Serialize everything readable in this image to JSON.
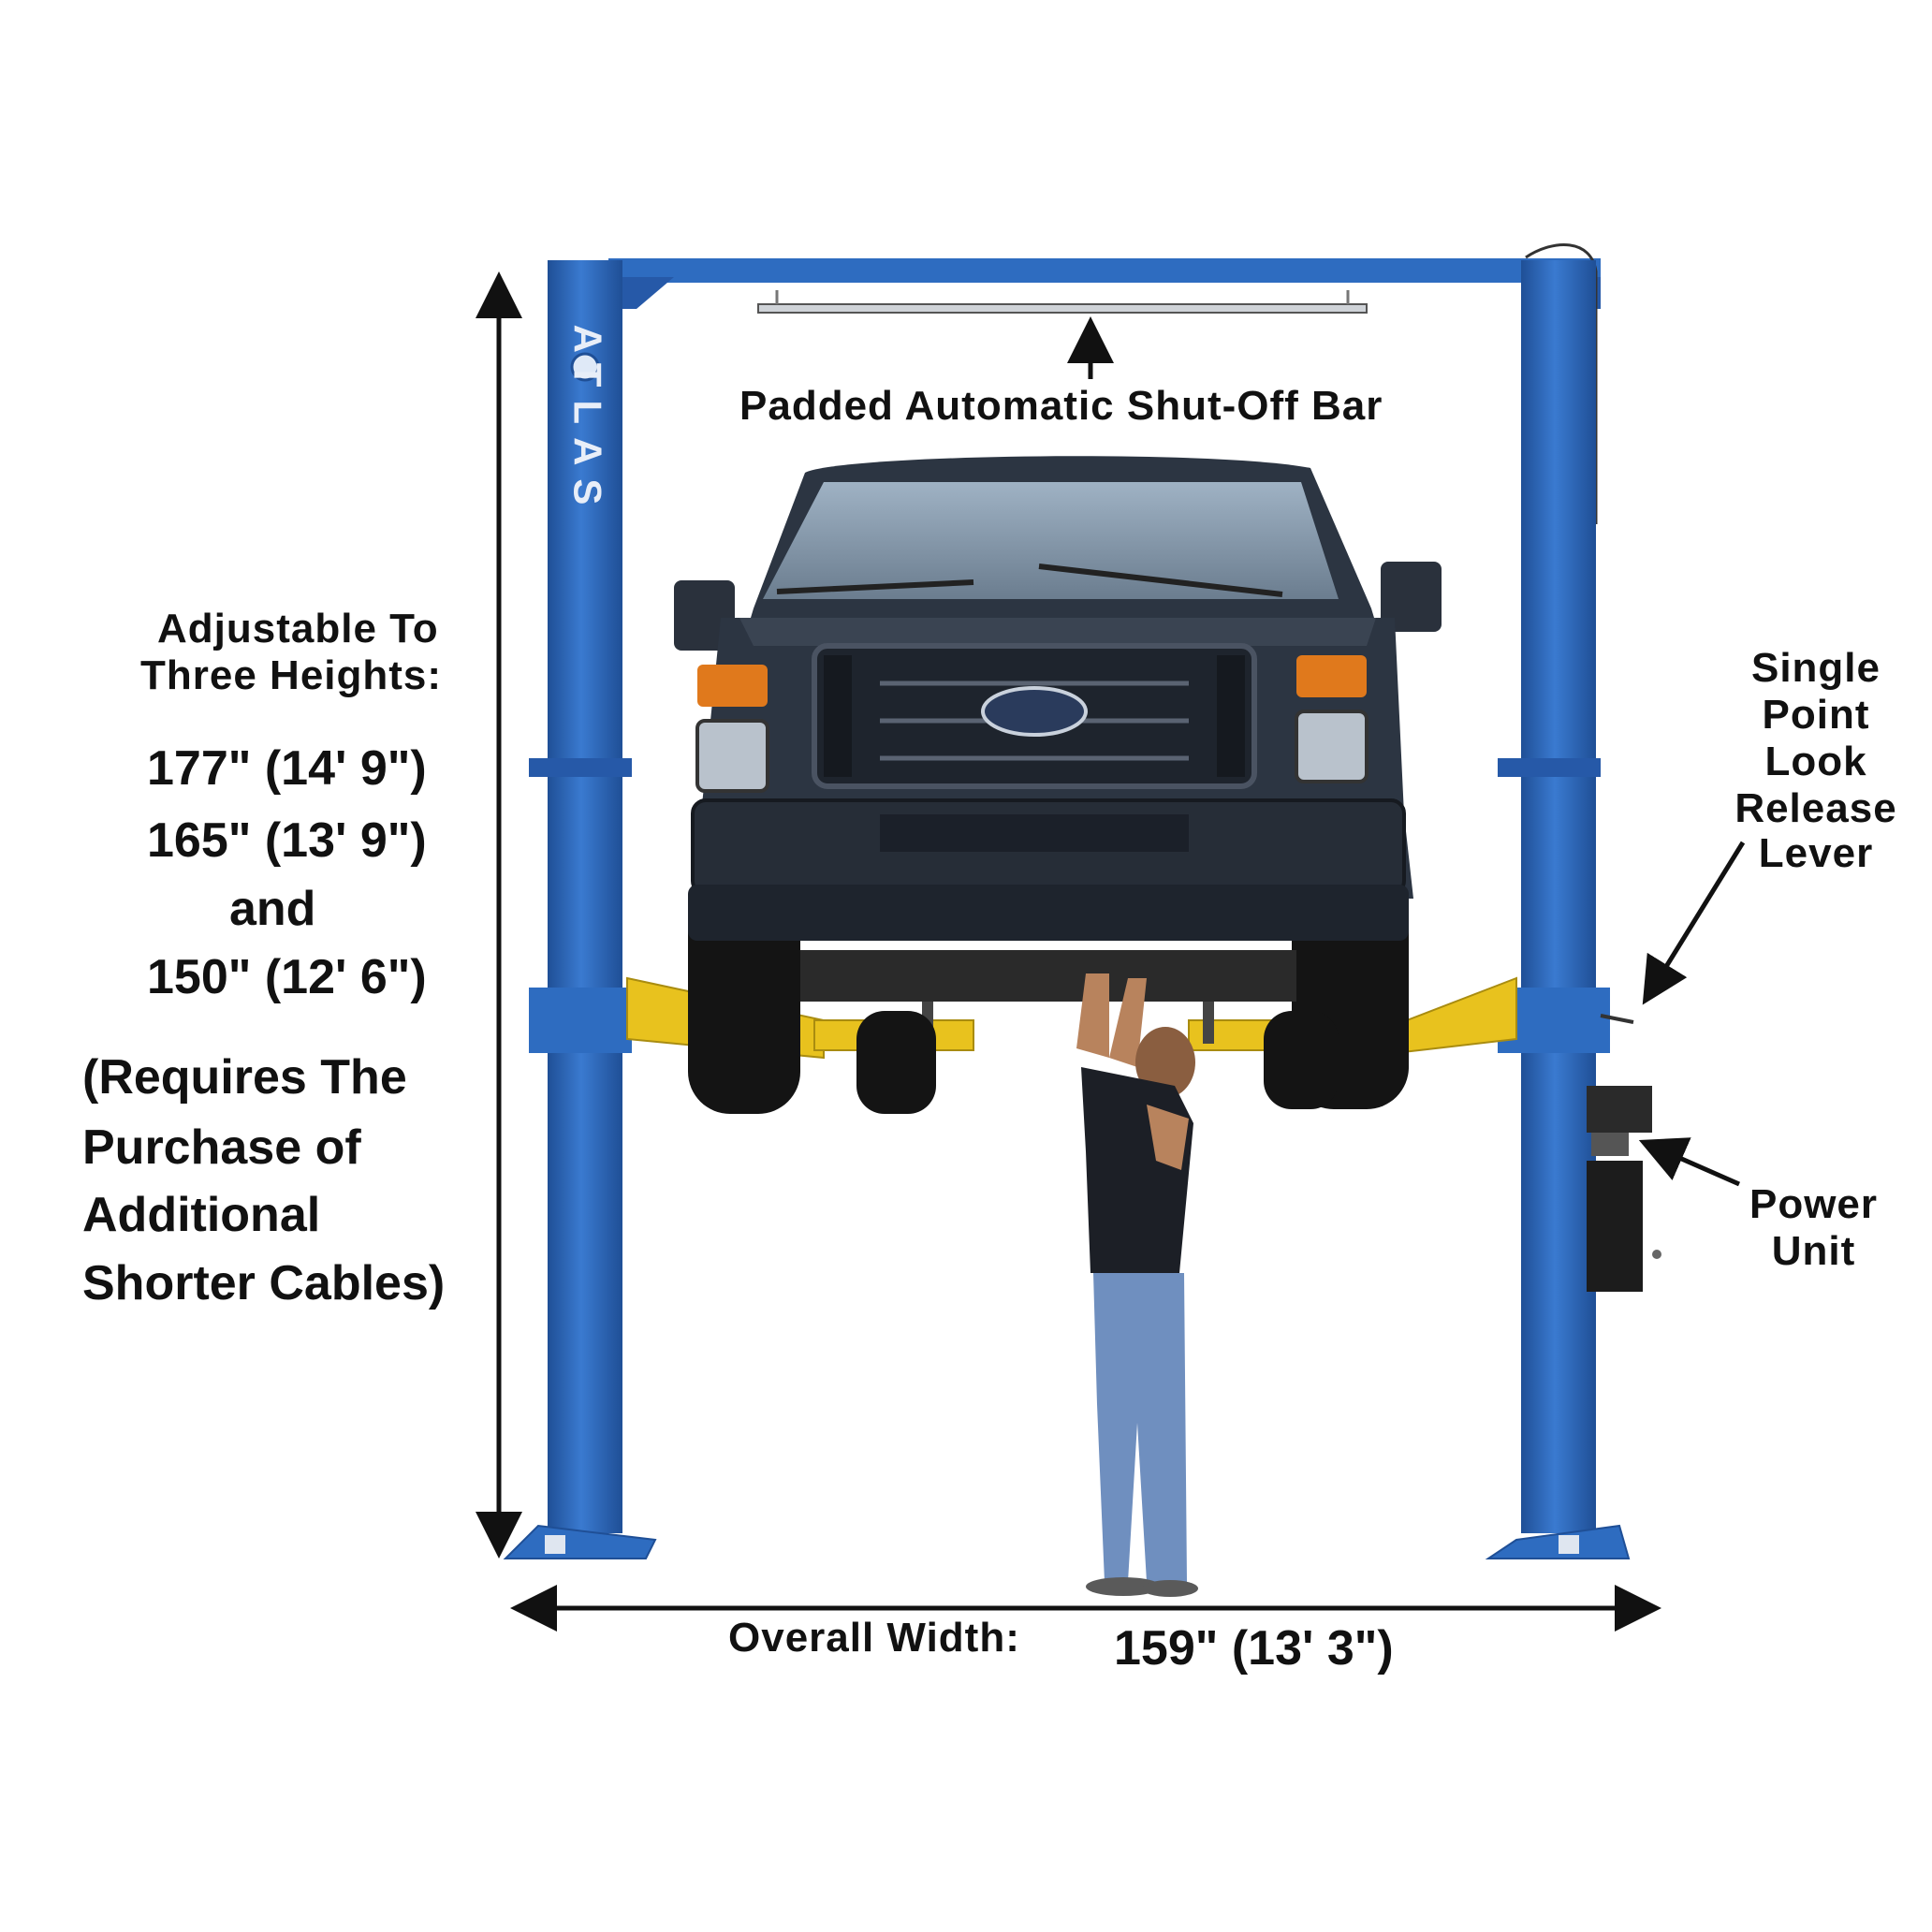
{
  "brand": {
    "logo_text": "ATLAS"
  },
  "labels": {
    "shutoff_bar": "Padded Automatic Shut-Off Bar",
    "heights_title_line1": "Adjustable To",
    "heights_title_line2": "Three Heights:",
    "heights": [
      "177\" (14' 9\")",
      "165\" (13' 9\")",
      "and",
      "150\" (12' 6\")"
    ],
    "note": [
      "(Requires The",
      "Purchase of",
      "Additional",
      "Shorter Cables)"
    ],
    "lock_release": [
      "Single",
      "Point",
      "Look",
      "Release",
      "Lever"
    ],
    "power_unit": [
      "Power",
      "Unit"
    ],
    "width_label": "Overall Width:",
    "width_value": "159\" (13' 3\")"
  },
  "colors": {
    "post": "#2e6cc0",
    "post_dark": "#1f4f96",
    "arm": "#e8c21e",
    "van": "#2c3542",
    "van_dark": "#1b2029",
    "jeans": "#6f8fbf",
    "shirt": "#1c1f26",
    "skin": "#b8835d"
  }
}
